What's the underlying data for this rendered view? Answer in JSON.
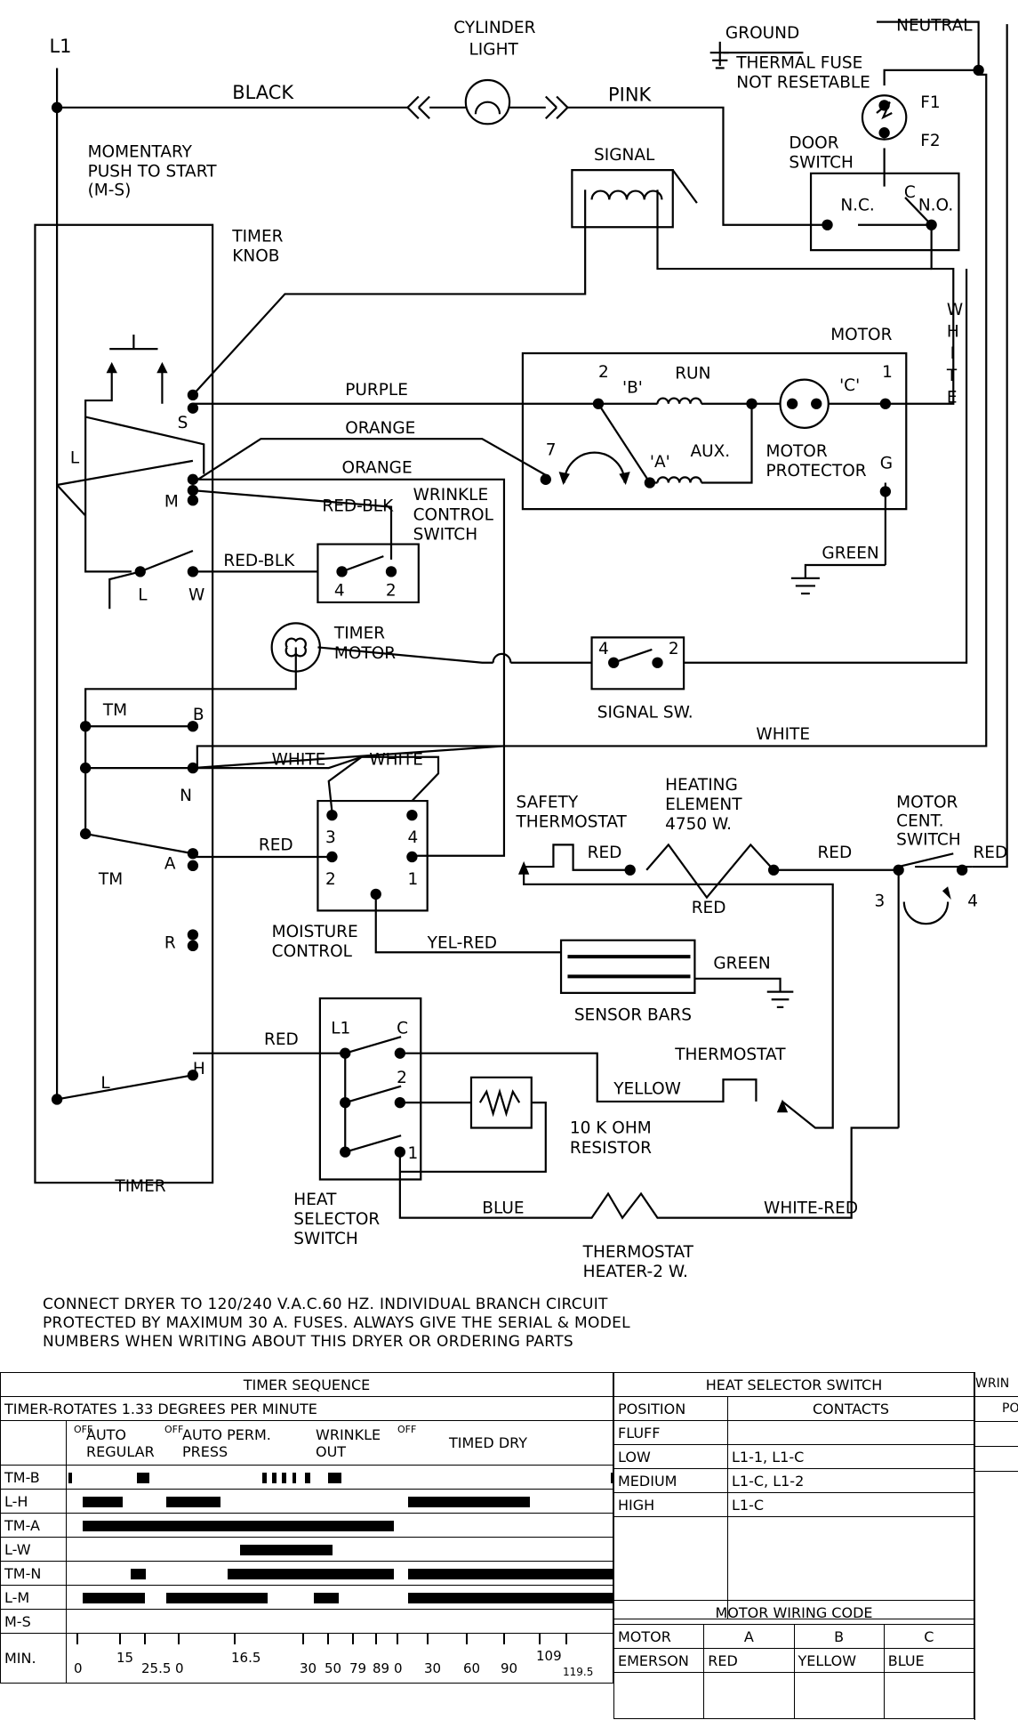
{
  "wiring": {
    "l1": "L1",
    "black": "BLACK",
    "pink": "PINK",
    "cylinder_light": [
      "CYLINDER",
      "LIGHT"
    ],
    "ground": "GROUND",
    "neutral": "NEUTRAL",
    "thermal_fuse": [
      "THERMAL FUSE",
      "NOT RESETABLE"
    ],
    "f1": "F1",
    "f2": "F2",
    "door_switch": [
      "DOOR",
      "SWITCH"
    ],
    "nc": "N.C.",
    "c": "C",
    "no": "N.O.",
    "momentary": [
      "MOMENTARY",
      "PUSH TO START",
      "(M-S)"
    ],
    "signal": "SIGNAL",
    "timer_knob": [
      "TIMER",
      "KNOB"
    ],
    "motor": "MOTOR",
    "white_vertical": [
      "W",
      "H",
      "I",
      "T",
      "E"
    ],
    "purple": "PURPLE",
    "orange1": "ORANGE",
    "orange2": "ORANGE",
    "run": "RUN",
    "b_term": "'B'",
    "c_term": "'C'",
    "a_term": "'A'",
    "aux": "AUX.",
    "motor_protector": [
      "MOTOR",
      "PROTECTOR"
    ],
    "g": "G",
    "green1": "GREEN",
    "red_blk1": "RED-BLK",
    "red_blk2": "RED-BLK",
    "wrinkle_control": [
      "WRINKLE",
      "CONTROL",
      "SWITCH"
    ],
    "timer_motor": [
      "TIMER",
      "MOTOR"
    ],
    "signal_sw": "SIGNAL SW.",
    "white_h": "WHITE",
    "white_a": "WHITE",
    "white_b": "WHITE",
    "safety_thermostat": [
      "SAFETY",
      "THERMOSTAT"
    ],
    "heating_element": [
      "HEATING",
      "ELEMENT",
      "4750 W."
    ],
    "motor_cent": [
      "MOTOR",
      "CENT.",
      "SWITCH"
    ],
    "red_labels": [
      "RED",
      "RED",
      "RED",
      "RED",
      "RED",
      "RED"
    ],
    "moisture_control": [
      "MOISTURE",
      "CONTROL"
    ],
    "yel_red": "YEL-RED",
    "green2": "GREEN",
    "sensor_bars": "SENSOR BARS",
    "thermostat": "THERMOSTAT",
    "yellow": "YELLOW",
    "resistor": [
      "10 K OHM",
      "RESISTOR"
    ],
    "timer": "TIMER",
    "heat_selector": [
      "HEAT",
      "SELECTOR",
      "SWITCH"
    ],
    "blue": "BLUE",
    "white_red": "WHITE-RED",
    "thermostat_heater": [
      "THERMOSTAT",
      "HEATER-2 W."
    ],
    "timer_terms": {
      "s": "S",
      "l": "L",
      "m": "M",
      "l2": "L",
      "w": "W",
      "tm": "TM",
      "b": "B",
      "n": "N",
      "tm2": "TM",
      "a": "A",
      "r": "R",
      "l3": "L",
      "h": "H"
    },
    "sw_nums": {
      "w4": "4",
      "w2": "2",
      "s4": "4",
      "s2": "2",
      "m3": "3",
      "m4": "4",
      "m2": "2",
      "m1": "1",
      "c3": "3",
      "c4": "4",
      "h_l1": "L1",
      "h_c": "C",
      "h_2": "2",
      "h_1": "1",
      "mot2": "2",
      "mot1": "1",
      "mot7": "7"
    }
  },
  "note": [
    "CONNECT DRYER TO 120/240 V.A.C.60 HZ. INDIVIDUAL BRANCH CIRCUIT",
    "PROTECTED BY MAXIMUM 30 A. FUSES. ALWAYS GIVE THE SERIAL & MODEL",
    "NUMBERS WHEN WRITING ABOUT THIS DRYER OR ORDERING PARTS"
  ],
  "timer_table": {
    "title": "TIMER SEQUENCE",
    "subtitle": "TIMER-ROTATES 1.33 DEGREES PER MINUTE",
    "off": "OFF",
    "auto_regular": [
      "AUTO",
      "REGULAR"
    ],
    "auto_perm": [
      "AUTO PERM.",
      "PRESS"
    ],
    "wrinkle_out": [
      "WRINKLE",
      "OUT"
    ],
    "timed_dry": "TIMED DRY",
    "rows": [
      "TM-B",
      "L-H",
      "TM-A",
      "L-W",
      "TM-N",
      "L-M",
      "M-S"
    ],
    "min_label": "MIN.",
    "ticks": [
      "0",
      "15",
      "25.5",
      "0",
      "16.5",
      "30",
      "50",
      "79",
      "89",
      "0",
      "30",
      "60",
      "90",
      "109",
      "119.5"
    ]
  },
  "heat_table": {
    "title": "HEAT SELECTOR SWITCH",
    "position": "POSITION",
    "contacts": "CONTACTS",
    "rows": [
      {
        "position": "FLUFF",
        "contacts": ""
      },
      {
        "position": "LOW",
        "contacts": "L1-1, L1-C"
      },
      {
        "position": "MEDIUM",
        "contacts": "L1-C, L1-2"
      },
      {
        "position": "HIGH",
        "contacts": "L1-C"
      }
    ]
  },
  "motor_code": {
    "title": "MOTOR WIRING CODE",
    "headers": [
      "MOTOR",
      "A",
      "B",
      "C"
    ],
    "row": [
      "EMERSON",
      "RED",
      "YELLOW",
      "BLUE"
    ]
  },
  "wrinkle_stub": [
    "WRIN",
    "PO"
  ]
}
